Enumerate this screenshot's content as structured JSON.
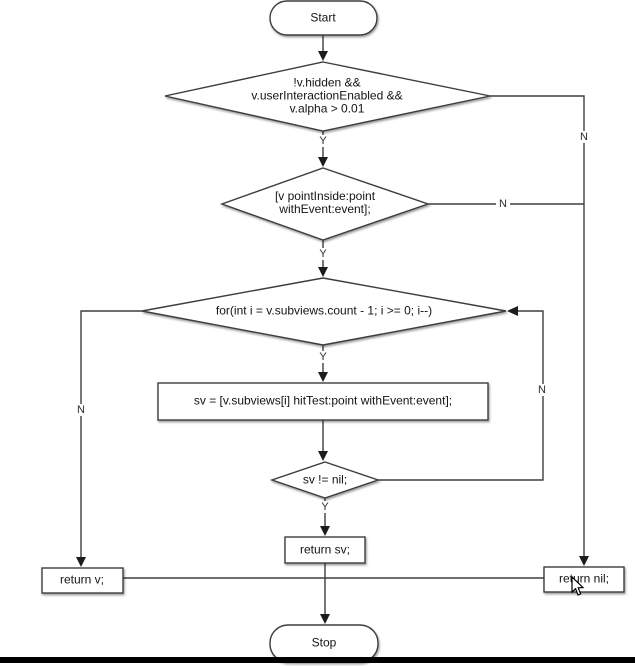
{
  "nodes": {
    "start": "Start",
    "visibility_check": "!v.hidden &&\nv.userInteractionEnabled &&\nv.alpha > 0.01",
    "point_inside_check": "[v pointInside:point\nwithEvent:event];",
    "subviews_loop": "for(int i = v.subviews.count - 1; i >= 0; i--)",
    "hit_test_call": "sv = [v.subviews[i] hitTest:point withEvent:event];",
    "sv_nil_check": "sv != nil;",
    "return_sv": "return sv;",
    "return_v": "return v;",
    "return_nil": "return nil;",
    "stop": "Stop"
  },
  "branch_labels": {
    "yes": "Y",
    "no": "N"
  },
  "colors": {
    "line": "#3f3f3f",
    "node_fill": "#ffffff",
    "text": "#141414",
    "bottom_bar": "#000000"
  },
  "cursor": {
    "style": "default-arrow"
  }
}
